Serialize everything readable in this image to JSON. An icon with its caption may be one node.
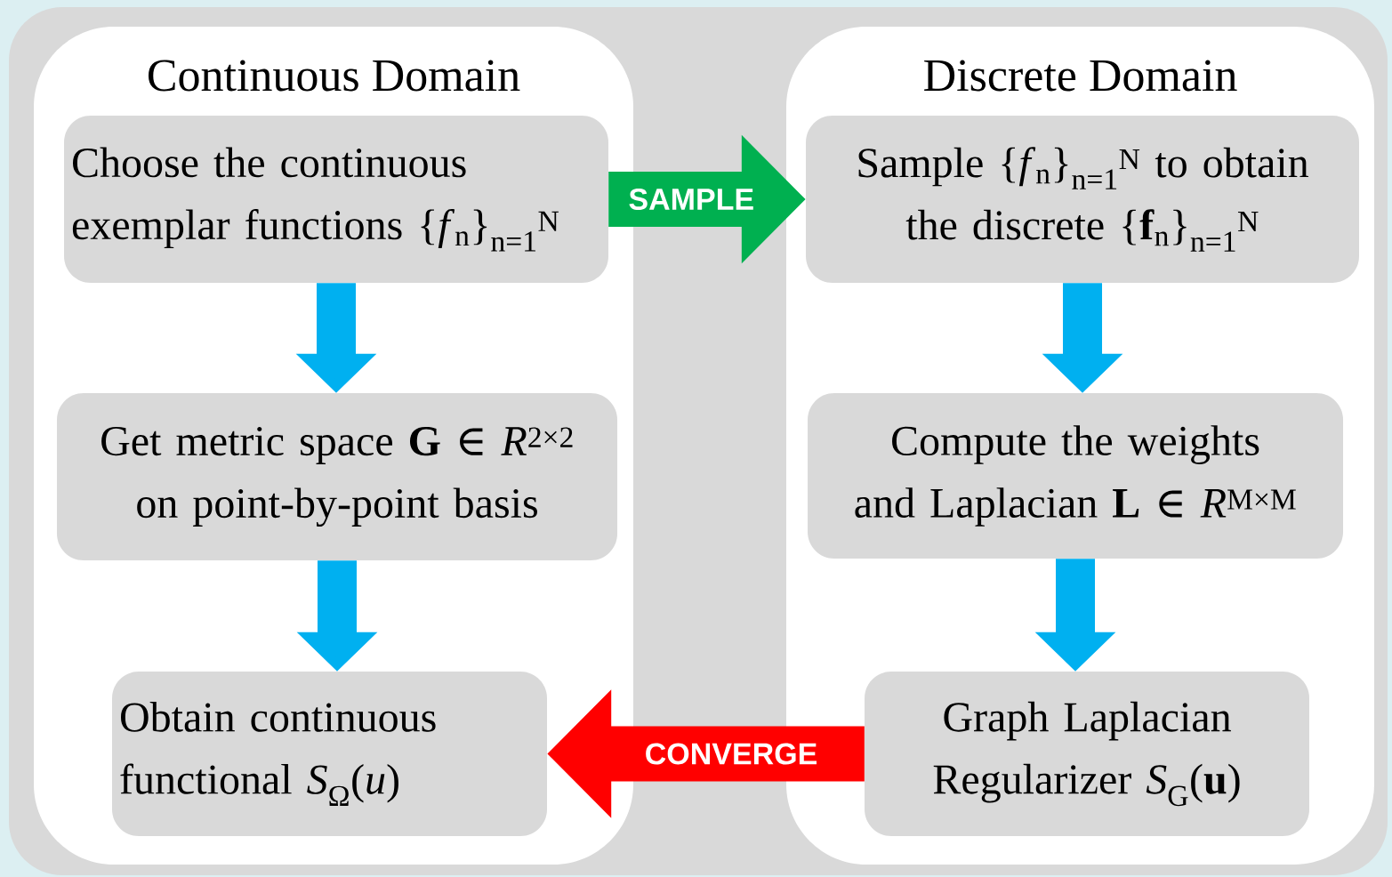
{
  "diagram": {
    "nodes": [
      {
        "text": [
          "Continuous Domain"
        ]
      },
      {
        "text": [
          "Choose the continuous exemplar functions {*f*$_{n}$}$_{n=1}$$^{N}$"
        ],
        "in": 0
      },
      {
        "text": [
          "Get metric space **G** ∈ *R*$^{2×2}$ on point-by-point basis"
        ],
        "in": 0
      },
      {
        "text": [
          "Obtain continuous functional *S*$_{Ω}$(*u*)"
        ],
        "in": 0
      },
      {
        "text": [
          "Discrete Domain"
        ]
      },
      {
        "text": [
          "Sample {*f*$_{n}$}$_{n=1}$$^{N}$ to obtain the discrete {**f**$_{n}$}$_{n=1}$$^{N}$"
        ],
        "in": 4
      },
      {
        "text": [
          "Compute the weights and Laplacian **L** ∈ *R*$^{M×M}$"
        ],
        "in": 4
      },
      {
        "text": [
          "Graph Laplacian Regularizer *S*$_{G}$(**u**)"
        ],
        "in": 4
      }
    ],
    "edges": [
      {
        "from": 1,
        "to": 2,
        "arrow": "to"
      },
      {
        "from": 2,
        "to": 3,
        "arrow": "to"
      },
      {
        "from": 5,
        "to": 6,
        "arrow": "to"
      },
      {
        "from": 6,
        "to": 7,
        "arrow": "to"
      },
      {
        "from": 1,
        "to": 5,
        "arrow": "to",
        "label": "SAMPLE",
        "color": "#00b050"
      },
      {
        "from": 7,
        "to": 3,
        "arrow": "to",
        "label": "CONVERGE",
        "color": "#ff0000"
      }
    ]
  }
}
